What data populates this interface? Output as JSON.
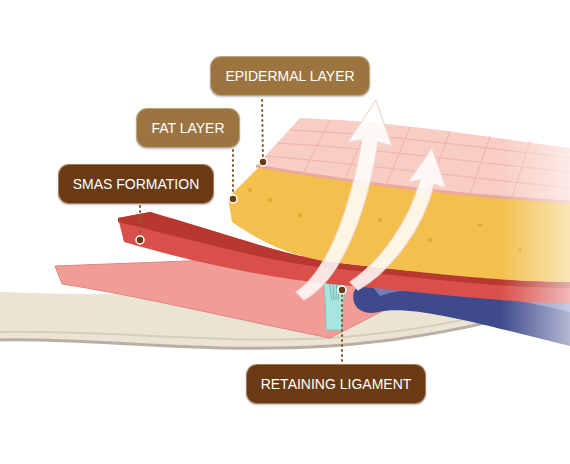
{
  "diagram": {
    "nodes": [
      {
        "text": [
          "EPIDERMAL LAYER"
        ]
      },
      {
        "text": [
          "FAT LAYER"
        ]
      },
      {
        "text": [
          "SMAS FORMATION"
        ]
      },
      {
        "text": [
          "RETAINING LIGAMENT"
        ]
      }
    ]
  }
}
